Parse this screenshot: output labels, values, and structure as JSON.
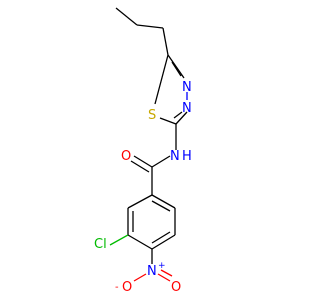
{
  "molecule": {
    "atom_labels": {
      "carbonyl_oxygen": "O",
      "amide_nh": "N",
      "amide_h": "H",
      "ring_sulfur": "S",
      "ring_nitrogen_upper": "N",
      "ring_nitrogen_lower": "N",
      "chlorine": "Cl",
      "nitro_nitrogen": "N",
      "nitro_plus": "+",
      "nitro_oxygen_left": "O",
      "nitro_oxygen_minus": "-",
      "nitro_oxygen_right": "O"
    },
    "colors": {
      "carbon_bond": "#000000",
      "oxygen": "#ff0000",
      "nitrogen": "#0000ff",
      "sulfur": "#c8a800",
      "chlorine": "#00bb00"
    }
  }
}
